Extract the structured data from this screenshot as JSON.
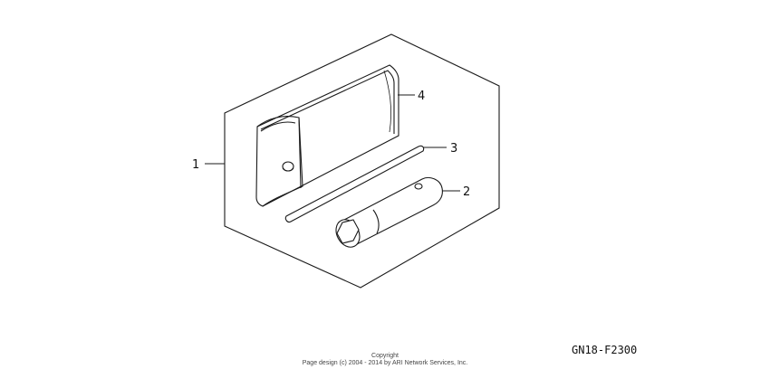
{
  "diagram": {
    "callouts": [
      "1",
      "2",
      "3",
      "4"
    ],
    "figure_code": "GN18-F2300"
  },
  "footer": {
    "copyright_line1": "Copyright",
    "copyright_line2": "Page design (c) 2004 - 2014 by ARI Network Services, Inc."
  }
}
